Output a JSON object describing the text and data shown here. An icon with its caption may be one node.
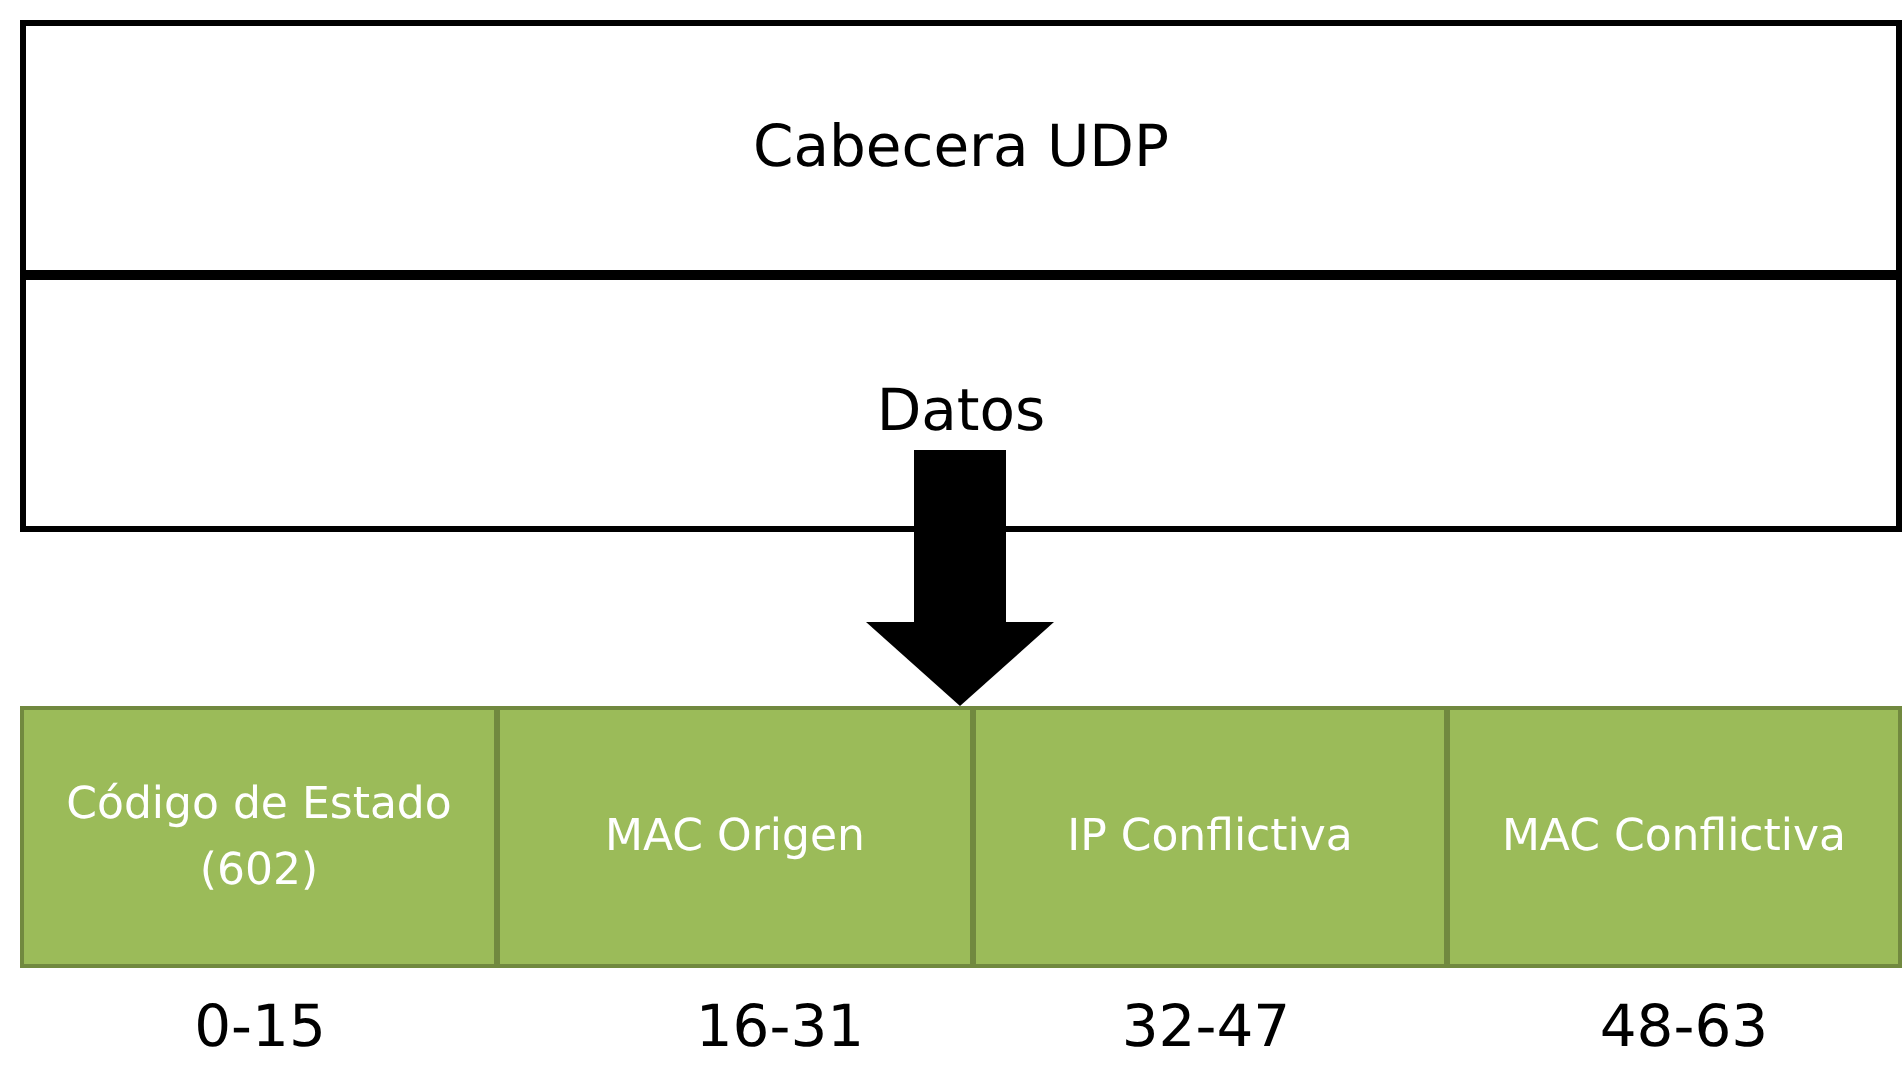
{
  "diagram": {
    "nodes": [
      {
        "text": [
          "Cabecera UDP"
        ]
      },
      {
        "text": [
          "Datos"
        ]
      },
      {
        "text": [
          "Código de Estado (602)"
        ],
        "beside": [
          "0-15"
        ]
      },
      {
        "text": [
          "MAC Origen"
        ],
        "beside": [
          "16-31"
        ]
      },
      {
        "text": [
          "IP Conflictiva"
        ],
        "beside": [
          "32-47"
        ]
      },
      {
        "text": [
          "MAC Conflictiva"
        ],
        "beside": [
          "48-63"
        ]
      }
    ],
    "edges": [
      {
        "from": 1,
        "to": 3,
        "arrow": "to"
      }
    ]
  }
}
